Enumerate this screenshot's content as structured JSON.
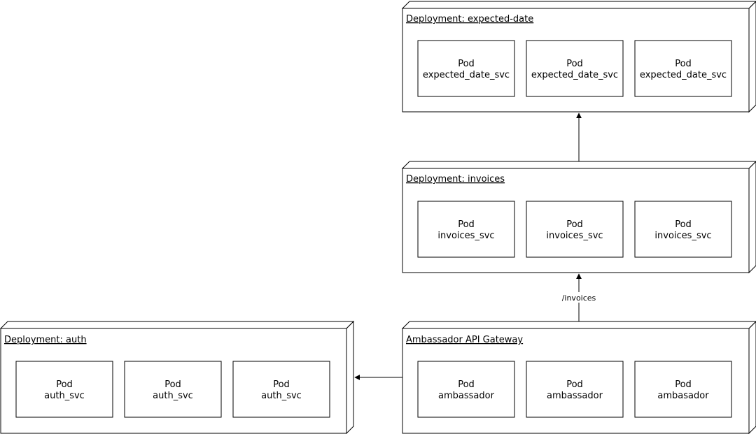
{
  "deployments": [
    {
      "id": "expected-date",
      "label": "Deployment: expected-date",
      "pods": [
        {
          "title": "Pod",
          "name": "expected_date_svc"
        },
        {
          "title": "Pod",
          "name": "expected_date_svc"
        },
        {
          "title": "Pod",
          "name": "expected_date_svc"
        }
      ]
    },
    {
      "id": "invoices",
      "label": "Deployment: invoices",
      "pods": [
        {
          "title": "Pod",
          "name": "invoices_svc"
        },
        {
          "title": "Pod",
          "name": "invoices_svc"
        },
        {
          "title": "Pod",
          "name": "invoices_svc"
        }
      ]
    },
    {
      "id": "auth",
      "label": "Deployment: auth",
      "pods": [
        {
          "title": "Pod",
          "name": "auth_svc"
        },
        {
          "title": "Pod",
          "name": "auth_svc"
        },
        {
          "title": "Pod",
          "name": "auth_svc"
        }
      ]
    },
    {
      "id": "gateway",
      "label": "Ambassador API Gateway",
      "pods": [
        {
          "title": "Pod",
          "name": "ambassador"
        },
        {
          "title": "Pod",
          "name": "ambassador"
        },
        {
          "title": "Pod",
          "name": "ambasador"
        }
      ]
    }
  ],
  "edges": [
    {
      "from": "gateway",
      "to": "invoices",
      "label": "/invoices"
    },
    {
      "from": "invoices",
      "to": "expected-date",
      "label": ""
    },
    {
      "from": "gateway",
      "to": "auth",
      "label": ""
    }
  ]
}
